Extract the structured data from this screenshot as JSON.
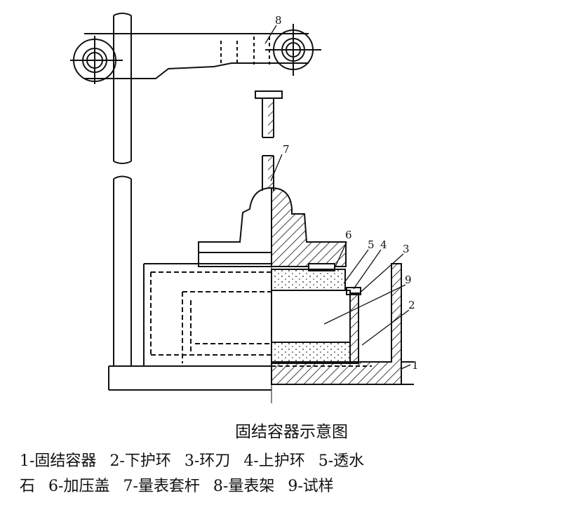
{
  "figure": {
    "caption": "固结容器示意图",
    "part_numbers": [
      "1",
      "2",
      "3",
      "4",
      "5",
      "6",
      "7",
      "8",
      "9"
    ],
    "legend_lines": [
      [
        "1-固结容器",
        "2-下护环",
        "3-环刀",
        "4-上护环",
        "5-透水"
      ],
      [
        "石",
        "6-加压盖",
        "7-量表套杆",
        "8-量表架",
        "9-试样"
      ]
    ]
  }
}
